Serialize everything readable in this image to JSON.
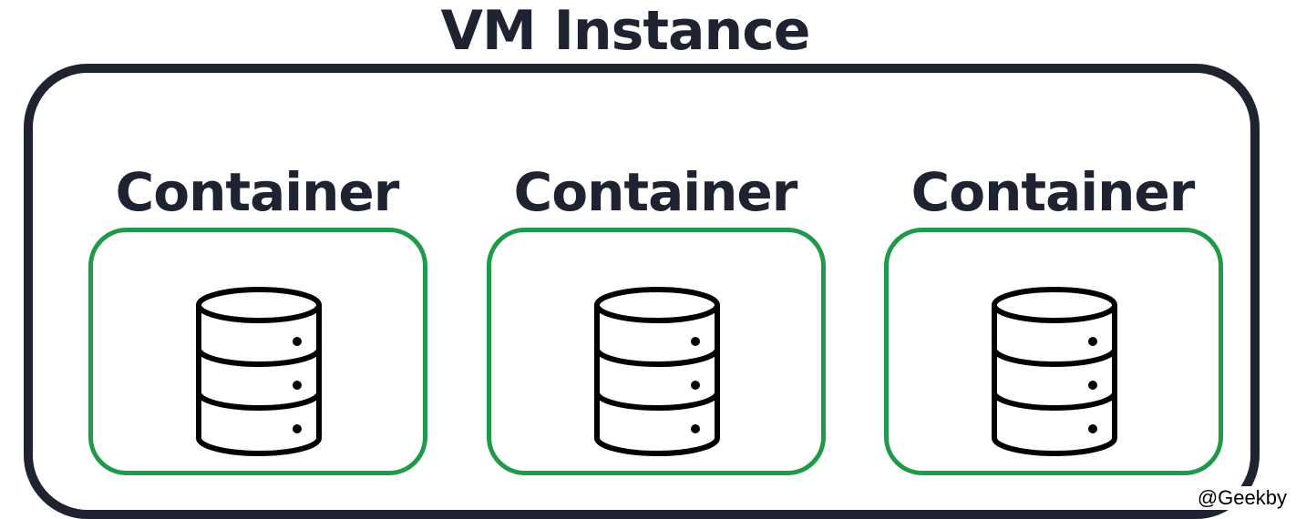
{
  "vm": {
    "title": "VM Instance"
  },
  "containers": [
    {
      "label": "Container",
      "icon": "database-icon"
    },
    {
      "label": "Container",
      "icon": "database-icon"
    },
    {
      "label": "Container",
      "icon": "database-icon"
    }
  ],
  "watermark": "@Geekby",
  "colors": {
    "vm_border": "#1f2230",
    "container_border": "#1f9a4a",
    "text": "#1f2230"
  }
}
